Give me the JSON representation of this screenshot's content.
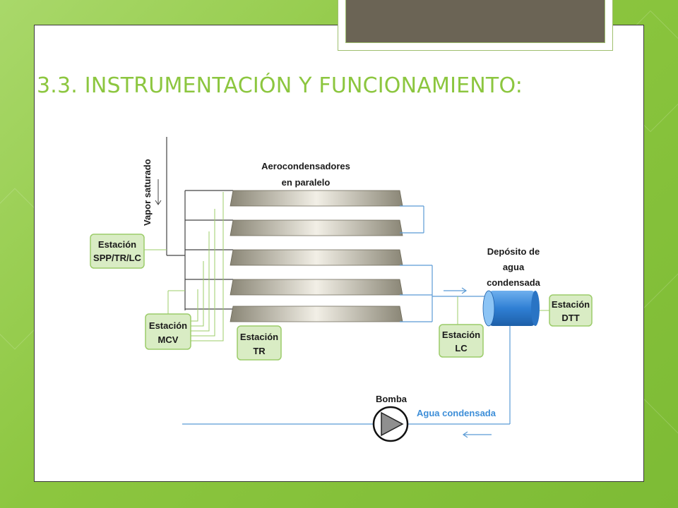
{
  "slide": {
    "title": "3.3. INSTRUMENTACIÓN Y FUNCIONAMIENTO:"
  },
  "diagram": {
    "vapor_label": "Vapor saturado",
    "aero_title": [
      "Aerocondensadores",
      "en paralelo"
    ],
    "deposit_label": [
      "Depósito de",
      "agua",
      "condensada"
    ],
    "stations": {
      "spp": [
        "Estación",
        "SPP/TR/LC"
      ],
      "mcv": [
        "Estación",
        "MCV"
      ],
      "tr": [
        "Estación",
        "TR"
      ],
      "lc": [
        "Estación",
        "LC"
      ],
      "dtt": [
        "Estación",
        "DTT"
      ]
    },
    "pump_label": "Bomba",
    "water_label": "Agua condensada",
    "colors": {
      "accent_green": "#8cc63f",
      "station_fill": "#d9ecc4",
      "station_border": "#9ccc6a",
      "pipe_blue": "#5b9bd5",
      "tank_blue": "#2f7fd4",
      "tab_brown": "#6b6455"
    }
  }
}
